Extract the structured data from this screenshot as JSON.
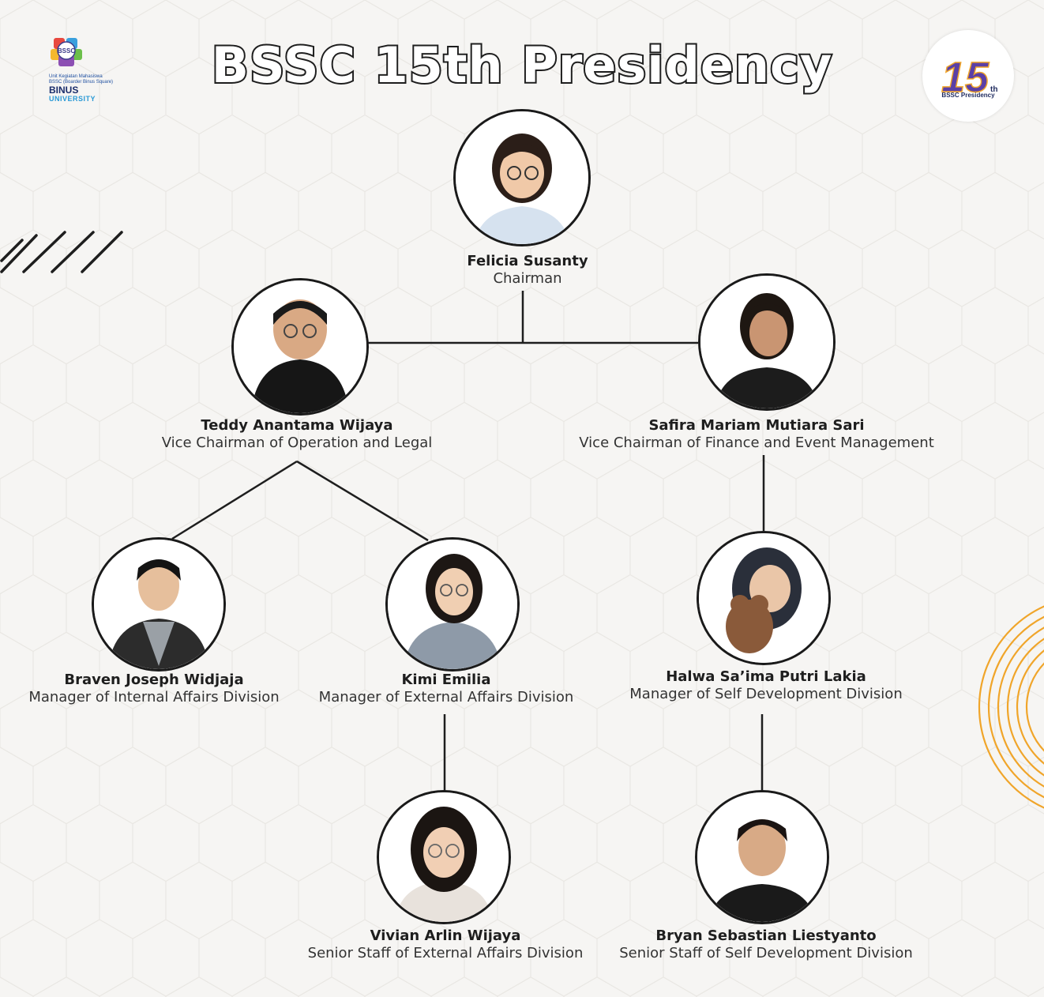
{
  "title": "BSSC 15th Presidency",
  "logo_left": {
    "mark": "BSSC",
    "line1": "Unit Kegiatan Mahasiswa",
    "line2": "BSSC (Boarder Binus Square)",
    "binus": "BINUS",
    "university": "UNIVERSITY"
  },
  "logo_right": {
    "number": "15",
    "suffix": "th",
    "caption": "BSSC Presidency"
  },
  "members": {
    "chairman": {
      "name": "Felicia Susanty",
      "role": "Chairman"
    },
    "vc_ops": {
      "name": "Teddy Anantama Wijaya",
      "role": "Vice Chairman of Operation and Legal"
    },
    "vc_fin": {
      "name": "Safira Mariam Mutiara Sari",
      "role": "Vice Chairman of Finance and Event Management"
    },
    "mgr_int": {
      "name": "Braven Joseph Widjaja",
      "role": "Manager of Internal Affairs Division"
    },
    "mgr_ext": {
      "name": "Kimi Emilia",
      "role": "Manager of External Affairs Division"
    },
    "mgr_self": {
      "name": "Halwa Sa’ima Putri Lakia",
      "role": "Manager of Self Development Division"
    },
    "staff_ext": {
      "name": "Vivian Arlin Wijaya",
      "role": "Senior Staff of External Affairs Division"
    },
    "staff_self": {
      "name": "Bryan Sebastian Liestyanto",
      "role": "Senior Staff of Self Development Division"
    }
  },
  "colors": {
    "line": "#1e1e1e",
    "accent_orange": "#f0a52a",
    "background": "#f6f5f3"
  },
  "icons": [
    "bssc-puzzle-logo",
    "presidency-15th-badge",
    "diagonal-stripes-decoration",
    "concentric-rings-decoration",
    "person-photo"
  ]
}
